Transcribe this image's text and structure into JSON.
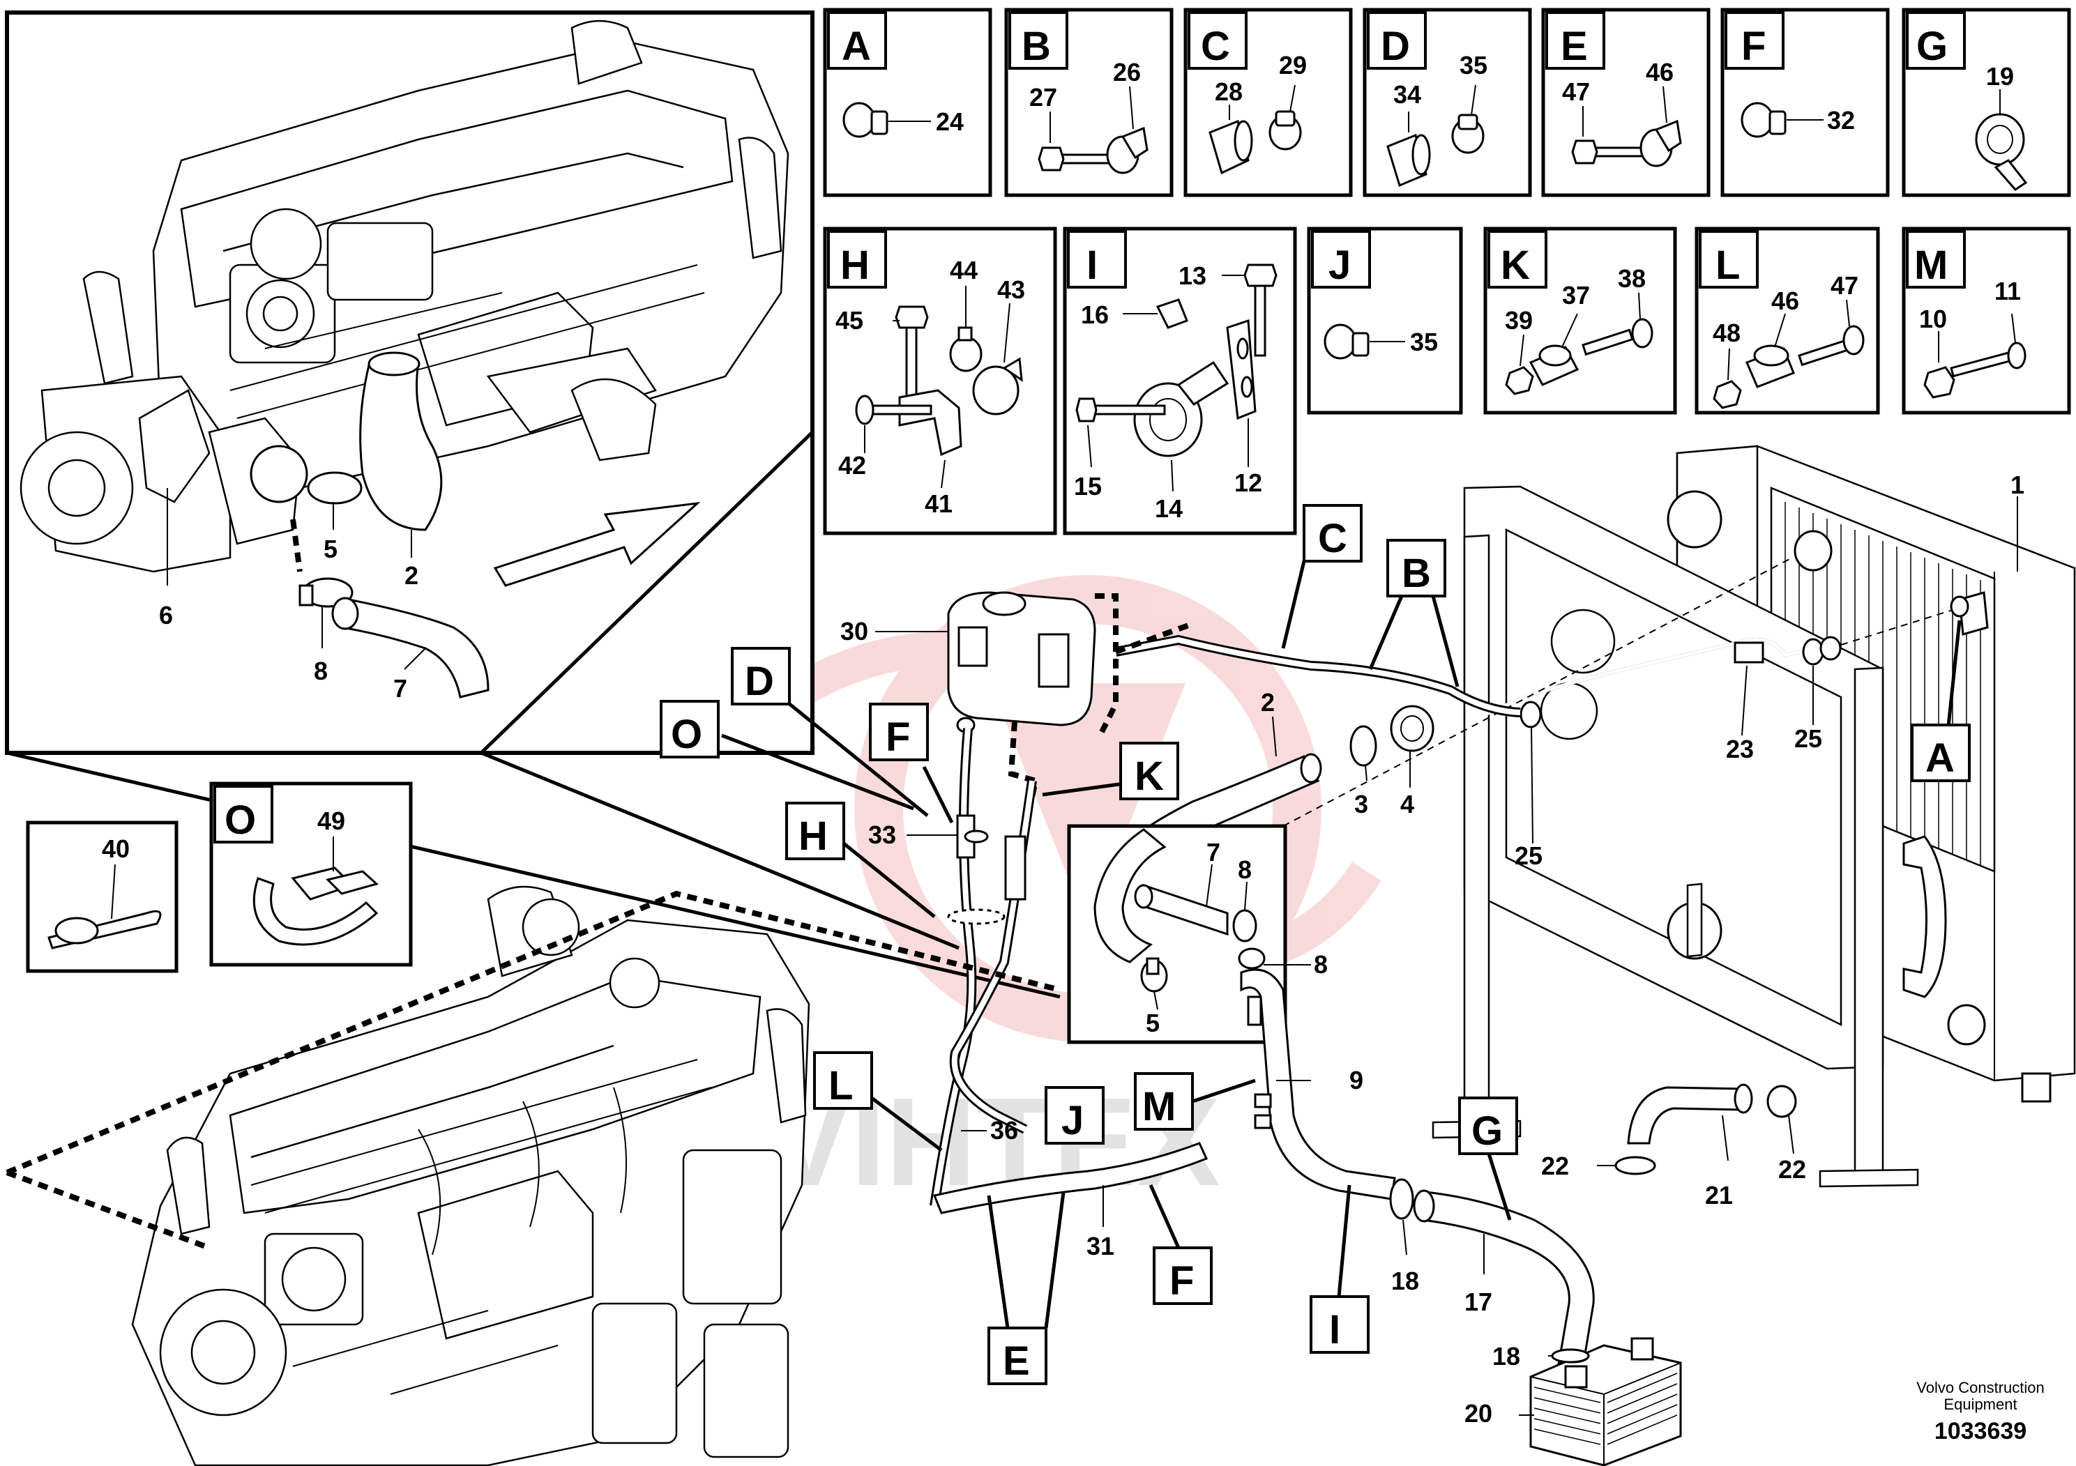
{
  "watermark": "VIHTEX",
  "brand": {
    "line1": "Volvo Construction",
    "line2": "Equipment",
    "drawing_number": "1033639"
  },
  "detail_boxes": [
    {
      "letter": "A",
      "parts": [
        "24"
      ]
    },
    {
      "letter": "B",
      "parts": [
        "27",
        "26"
      ]
    },
    {
      "letter": "C",
      "parts": [
        "28",
        "29"
      ]
    },
    {
      "letter": "D",
      "parts": [
        "34",
        "35"
      ]
    },
    {
      "letter": "E",
      "parts": [
        "47",
        "46"
      ]
    },
    {
      "letter": "F",
      "parts": [
        "32"
      ]
    },
    {
      "letter": "G",
      "parts": [
        "19"
      ]
    },
    {
      "letter": "H",
      "parts": [
        "44",
        "43",
        "45",
        "42",
        "41"
      ]
    },
    {
      "letter": "I",
      "parts": [
        "13",
        "16",
        "15",
        "14",
        "12"
      ]
    },
    {
      "letter": "J",
      "parts": [
        "35"
      ]
    },
    {
      "letter": "K",
      "parts": [
        "37",
        "38",
        "39"
      ]
    },
    {
      "letter": "L",
      "parts": [
        "46",
        "47",
        "48"
      ]
    },
    {
      "letter": "M",
      "parts": [
        "11",
        "10"
      ]
    },
    {
      "letter": "O",
      "parts": [
        "49"
      ]
    }
  ],
  "loose_boxes": [
    {
      "parts": [
        "40"
      ]
    }
  ],
  "callout_letters": [
    "C",
    "B",
    "A",
    "D",
    "O",
    "F",
    "H",
    "K",
    "L",
    "M",
    "J",
    "G",
    "I",
    "E",
    "F"
  ],
  "inset_labels": [
    "6",
    "5",
    "2",
    "8",
    "7"
  ],
  "main_labels": [
    "1",
    "2",
    "3",
    "4",
    "25",
    "23",
    "25",
    "30",
    "33",
    "7",
    "8",
    "8",
    "5",
    "9",
    "36",
    "31",
    "18",
    "17",
    "21",
    "22",
    "22",
    "18",
    "20"
  ]
}
